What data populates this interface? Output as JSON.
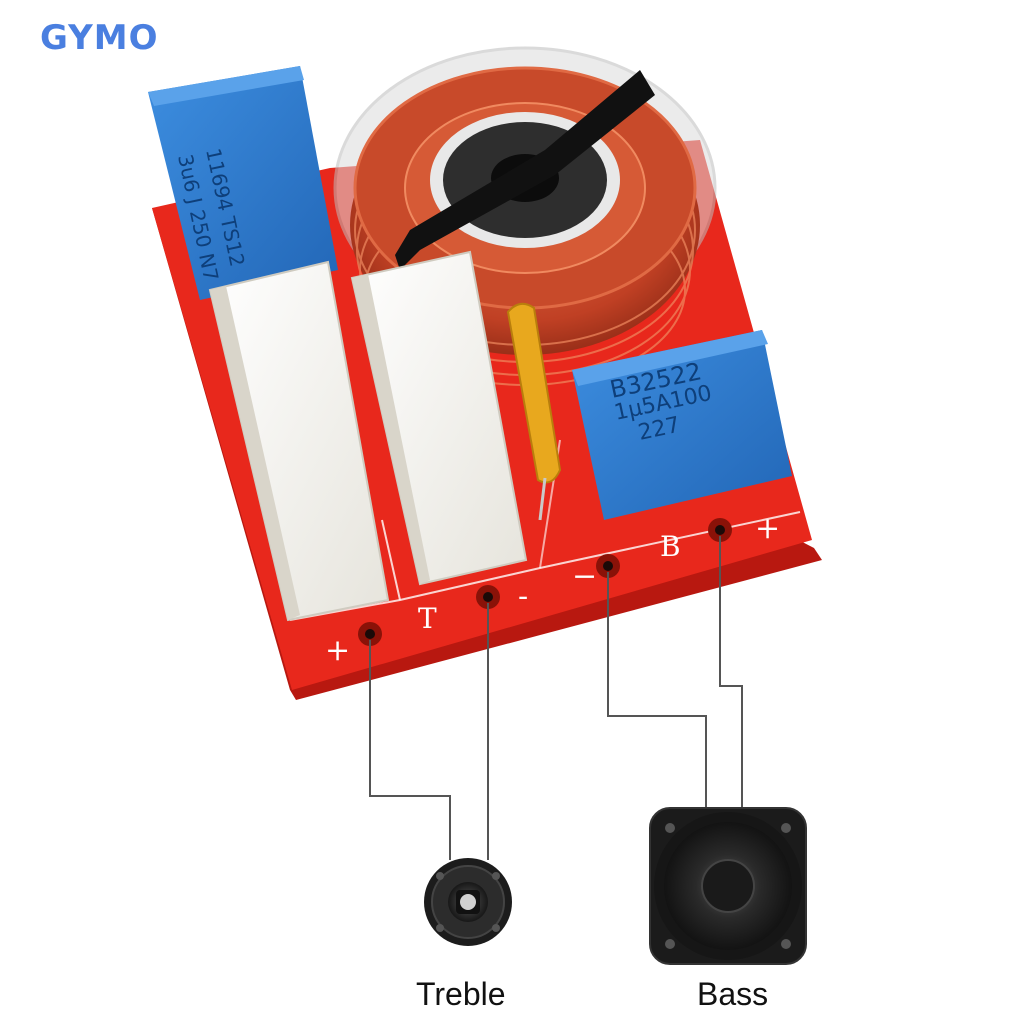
{
  "brand": {
    "text": "GYMO",
    "color": "#4a7fe0"
  },
  "board": {
    "pcb_color": "#e8281c",
    "silk_color": "#ffffff",
    "labels": {
      "treble_plus": "+",
      "treble_letter": "T",
      "treble_minus": "-",
      "bass_minus": "−",
      "bass_letter": "B",
      "bass_plus": "+"
    },
    "capacitor_blue_large": {
      "line1": "11694  TS12",
      "line2": "3u6 J 250 N7",
      "color": "#2f7fd3"
    },
    "capacitor_blue_small": {
      "line1": "B32522",
      "line2": "1μ5A100",
      "line3": "227",
      "color": "#2f86d8"
    },
    "coil_color": "#c8462a"
  },
  "speakers": {
    "treble": {
      "label": "Treble"
    },
    "bass": {
      "label": "Bass"
    }
  }
}
